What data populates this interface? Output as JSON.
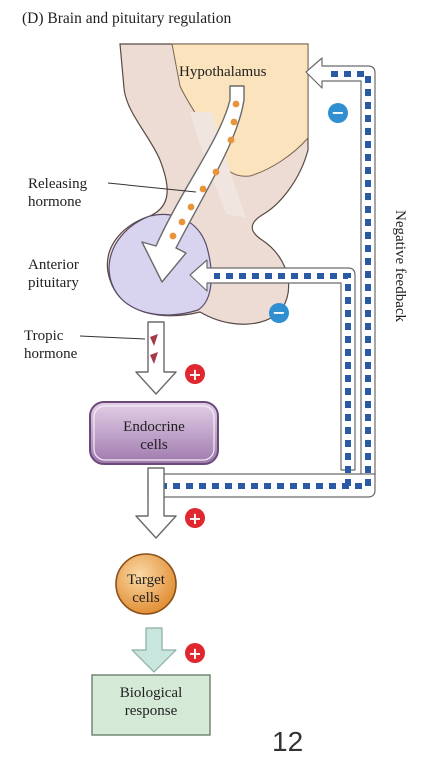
{
  "title": "(D) Brain and pituitary regulation",
  "labels": {
    "hypothalamus": "Hypothalamus",
    "releasing_hormone": "Releasing\nhormone",
    "anterior_pituitary": "Anterior\npituitary",
    "tropic_hormone": "Tropic\nhormone",
    "endocrine_cells": "Endocrine\ncells",
    "target_cells": "Target\ncells",
    "biological_response": "Biological\nresponse",
    "negative_feedback": "Negative feedback"
  },
  "signs": {
    "minus": "−",
    "plus": "+"
  },
  "page_number": "12",
  "colors": {
    "hypothalamus": "#fbe3bd",
    "brain_tissue": "#ecdcd3",
    "pituitary": "#d8d4ef",
    "endocrine_box": "#c6a6cf",
    "target_cell": "#f0a24b",
    "response_box": "#d4ead7",
    "feedback_dash": "#2a5aa3",
    "minus_sign": "#2f8fd1",
    "plus_sign": "#e0262e",
    "releasing_dot": "#e8943a",
    "tropic_marker": "#a53a48"
  }
}
